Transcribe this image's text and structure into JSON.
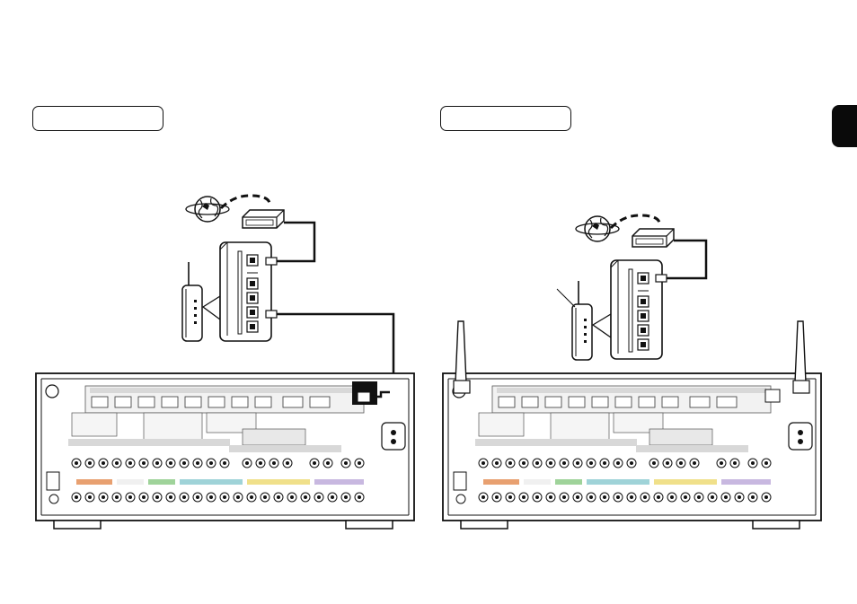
{
  "figure": {
    "left_panel": {
      "caption": "",
      "antenna": "none",
      "connection": "wired"
    },
    "right_panel": {
      "caption": "",
      "antenna": "attached",
      "connection": "wireless"
    }
  },
  "colors": {
    "ink": "#111111",
    "tab": "#0a0a0a",
    "panel_shade": "#d8d8d8",
    "strip_orange": "#e8a070",
    "strip_green": "#9fd39a",
    "strip_teal": "#9fd3d8",
    "strip_yellow": "#f0e08a",
    "strip_purple": "#c8b8e0"
  },
  "icons": [
    "internet-globe-icon",
    "modem-icon",
    "router-icon",
    "wireless-access-point-icon",
    "av-receiver-icon",
    "antenna-icon"
  ]
}
